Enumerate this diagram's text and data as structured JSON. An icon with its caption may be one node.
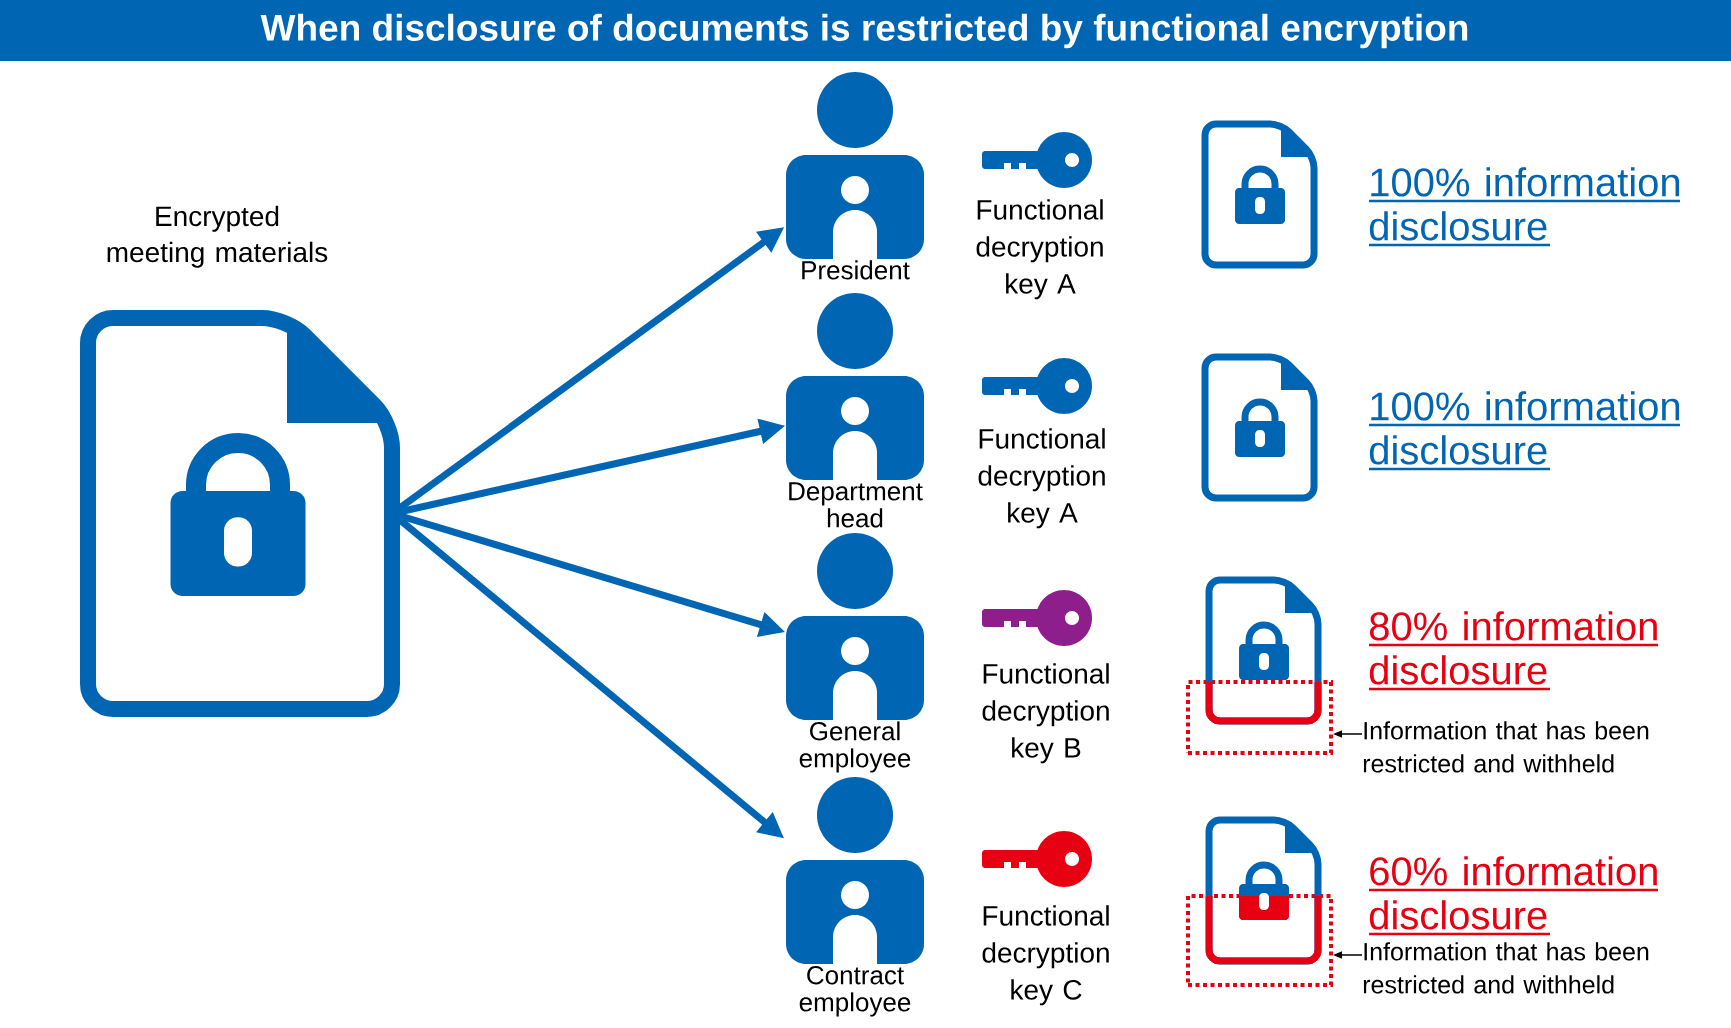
{
  "diagram": {
    "title": "When disclosure of documents is restricted by functional encryption",
    "nodes": [
      {
        "text": [
          "Encrypted meeting materials"
        ]
      },
      {
        "text": [
          "President"
        ]
      },
      {
        "text": [
          "Department head"
        ]
      },
      {
        "text": [
          "General employee"
        ]
      },
      {
        "text": [
          "Contract employee"
        ]
      },
      {
        "text": [
          "Information that has been restricted and withheld"
        ]
      },
      {
        "text": [],
        "shape": "box"
      },
      {
        "text": [
          "Information that has been restricted and withheld"
        ]
      },
      {
        "text": [],
        "shape": "box"
      }
    ],
    "edges": [
      {
        "from": 0,
        "to": 1,
        "arrow": "to"
      },
      {
        "from": 0,
        "to": 2,
        "arrow": "to"
      },
      {
        "from": 0,
        "to": 3,
        "arrow": "to"
      },
      {
        "from": 0,
        "to": 4,
        "arrow": "to"
      },
      {
        "from": 5,
        "to": 6,
        "arrow": "to",
        "color": "#000000"
      },
      {
        "from": 7,
        "to": 8,
        "arrow": "to",
        "color": "#000000"
      }
    ],
    "labels": [
      "Functional decryption key A",
      "100% information disclosure",
      "Functional decryption key A",
      "100% information disclosure",
      "Functional decryption key B",
      "80% information disclosure",
      "Functional decryption key C",
      "60% information disclosure"
    ]
  }
}
